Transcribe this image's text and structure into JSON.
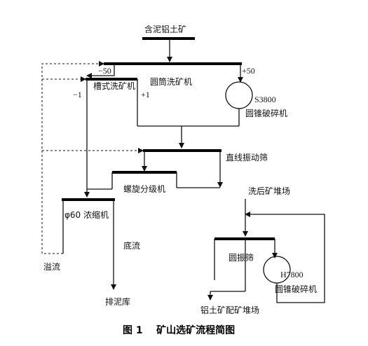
{
  "nodes": {
    "feed": "含泥铝土矿",
    "drum_washer": "圆筒洗矿机",
    "trough_washer": "槽式洗矿机",
    "crusher1_model": "S3800",
    "crusher1_name": "圆锥破碎机",
    "linear_screen": "直线振动筛",
    "spiral_classifier": "螺旋分级机",
    "washed_stockpile": "洗后矿堆场",
    "thickener": "φ60 浓缩机",
    "circular_screen": "圆振筛",
    "crusher2_model": "H7800",
    "crusher2_name": "圆锥破碎机",
    "mud_pond": "排泥库",
    "ore_yard": "铝土矿配矿堆场"
  },
  "labels": {
    "minus50": "−50",
    "plus50": "+50",
    "minus1": "−1",
    "plus1": "+1",
    "underflow": "底流",
    "overflow": "溢流"
  },
  "caption": "图 1    矿山选矿流程简图"
}
